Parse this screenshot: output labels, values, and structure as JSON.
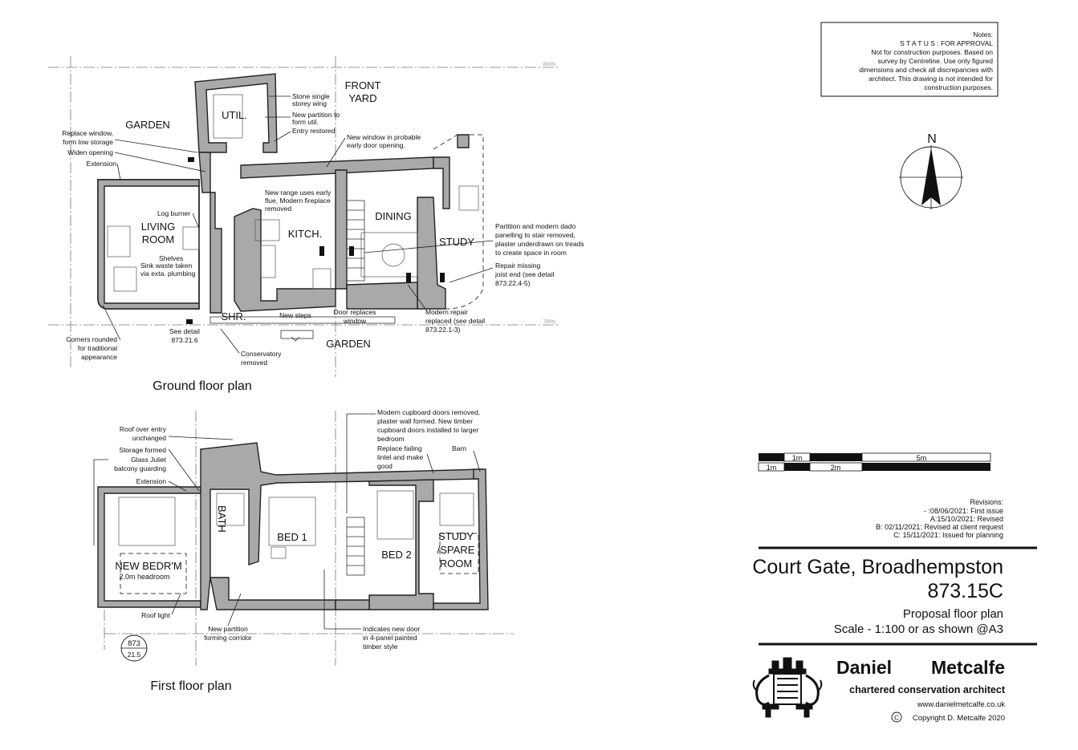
{
  "notes": {
    "heading": "Notes:",
    "status": "S T A T U S  : FOR APPROVAL",
    "lines": [
      "Not for construction purposes. Based on",
      "survey by Centreline. Use only figured",
      "dimensions and check all discrepancies with",
      "architect.  This drawing is not intended for",
      "construction purposes."
    ]
  },
  "north": {
    "label": "N"
  },
  "scale_bar": {
    "top_labels": [
      "1m",
      "5m"
    ],
    "bottom_labels": [
      "1m",
      "2m"
    ]
  },
  "revisions": {
    "heading": "Revisions:",
    "items": [
      "- :08/06/2021: First issue",
      "A:15/10/2021: Revised",
      "B: 02/11/2021: Revised at client request",
      "C: 15/11/2021: Issued for planning"
    ]
  },
  "title_block": {
    "project": "Court Gate, Broadhempston",
    "number": "873.15C",
    "drawing": "Proposal floor plan",
    "scale": "Scale - 1:100 or as shown @A3"
  },
  "practice": {
    "name_first": "Daniel",
    "name_last": "Metcalfe",
    "subtitle": "chartered conservation architect",
    "website": "www.danielmetcalfe.co.uk",
    "copyright_symbol": "C",
    "copyright": "Copyright D. Metcalfe 2020"
  },
  "ground_floor": {
    "title": "Ground floor plan",
    "grid_labels": [
      "800N",
      "790N"
    ],
    "rooms": {
      "garden_top": "GARDEN",
      "front": "FRONT",
      "yard": "YARD",
      "util": "UTIL.",
      "living": "LIVING",
      "room": "ROOM",
      "kitch": "KITCH.",
      "dining": "DINING",
      "study": "STUDY",
      "shr": "SHR.",
      "garden_bottom": "GARDEN"
    },
    "annotations": {
      "stone_wing": [
        "Stone single",
        "storey wing"
      ],
      "new_partition": [
        "New partition to",
        "form util."
      ],
      "entry_restored": "Entry restored",
      "new_window": [
        "New window in probable",
        "early door opening."
      ],
      "replace_window": [
        "Replace window,",
        "form low storage"
      ],
      "widen_opening": "Widen opening",
      "extension": "Extension",
      "new_range": [
        "New range uses early",
        "flue, Modern fireplace",
        "removed"
      ],
      "log_burner": "Log burner",
      "shelves": "Shelves",
      "sink_waste": [
        "Sink waste taken",
        "via exta. plumbing"
      ],
      "partition_dado": [
        "Partition and modern dado",
        "panelling to stair removed,",
        "plaster underdrawn on treads",
        "to create space in room"
      ],
      "repair_joist": [
        "Repair missing",
        "joist end (see detail",
        "873.22.4-5)"
      ],
      "new_steps": "New steps",
      "door_replaces": [
        "Door replaces",
        "window"
      ],
      "modern_repair": [
        "Modern repair",
        "replaced (see detail",
        "873.22.1-3)"
      ],
      "see_detail": [
        "See detail",
        "873.21.6"
      ],
      "corners_rounded": [
        "Corners rounded",
        "for traditional",
        "appearance"
      ],
      "conservatory": [
        "Conservatory",
        "removed"
      ]
    }
  },
  "first_floor": {
    "title": "First floor plan",
    "rooms": {
      "bath": "BATH",
      "bed1": "BED 1",
      "bed2": "BED 2",
      "study": "STUDY",
      "spare": "/SPARE",
      "room": "ROOM",
      "new_bedroom": "NEW BEDR'M",
      "headroom": "2.0m headroom"
    },
    "annotations": {
      "roof_over_entry": [
        "Roof over entry",
        "unchanged"
      ],
      "storage_formed": "Storage formed",
      "glass_juliet": [
        "Glass Juliet",
        "balcony guarding"
      ],
      "extension": "Extension",
      "modern_cupboard": [
        "Modern cupboard doors removed,",
        "plaster wall formed. New timber",
        "cupboard doors installed to larger",
        "bedroom"
      ],
      "replace_lintel": [
        "Replace failing",
        "lintel and make",
        "good"
      ],
      "barn": "Barn",
      "roof_light": "Roof light",
      "new_partition": [
        "New partition",
        "forming corridor"
      ],
      "new_door": [
        "Indicates new door",
        "in 4-panel painted",
        "timber style"
      ]
    },
    "detail_ref": {
      "top": "873",
      "bottom": "21.5"
    }
  }
}
